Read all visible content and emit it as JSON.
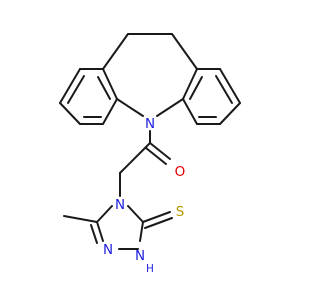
{
  "molecule": {
    "atom_labels": {
      "n_azepine": "N",
      "o_carbonyl": "O",
      "n4_triazole": "N",
      "n1_triazole": "N",
      "nh_triazole": "N",
      "nh_h": "H",
      "s_thione": "S"
    }
  },
  "colors": {
    "bond": "#1a1a1a",
    "nitrogen": "#1f1fe0",
    "oxygen": "#e00000",
    "sulfur": "#b39a00",
    "background": "#ffffff"
  }
}
